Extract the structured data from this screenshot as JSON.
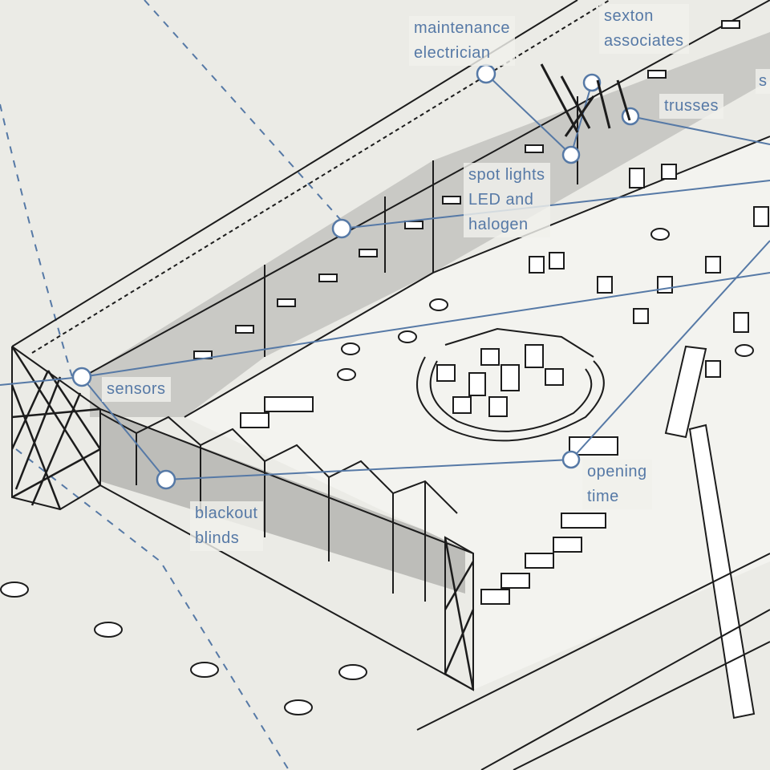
{
  "diagram": {
    "colors": {
      "background": "#ebebe6",
      "ink": "#1c1c1c",
      "annotation": "#5679a6",
      "wall_shade": "#c9c9c5",
      "floor": "#f3f3ef"
    },
    "callouts": [
      {
        "id": "maintenance-electrician",
        "lines": [
          "maintenance",
          "electrician"
        ]
      },
      {
        "id": "sexton-associates",
        "lines": [
          "sexton",
          "associates"
        ]
      },
      {
        "id": "trusses",
        "lines": [
          "trusses"
        ]
      },
      {
        "id": "spot-lights",
        "lines": [
          "spot lights",
          "LED and",
          "halogen"
        ]
      },
      {
        "id": "sensors",
        "lines": [
          "sensors"
        ]
      },
      {
        "id": "blackout-blinds",
        "lines": [
          "blackout",
          "blinds"
        ]
      },
      {
        "id": "opening-time",
        "lines": [
          "opening",
          "time"
        ]
      },
      {
        "id": "edge-fragment",
        "lines": [
          "s"
        ]
      }
    ]
  }
}
